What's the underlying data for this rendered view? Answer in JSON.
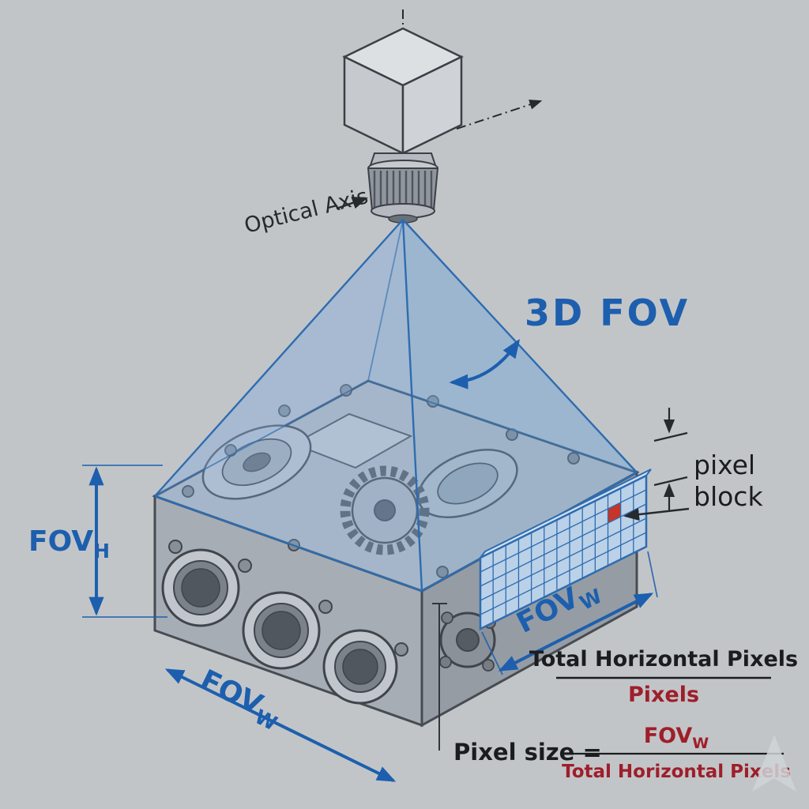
{
  "labels": {
    "optical_axis": "Optical Axis",
    "fov_3d": "3D FOV",
    "fov": "FOV",
    "sub_h": "H",
    "sub_w": "W",
    "pixel_block_l1": "pixel",
    "pixel_block_l2": "block",
    "total_horizontal_pixels": "Total Horizontal Pixels",
    "pixels": "Pixels",
    "pixel_size_eq": "Pixel size ="
  },
  "colors": {
    "background": "#c2c5c8",
    "dimension_blue": "#1d5fae",
    "frustum_edge_blue": "#2e6cb0",
    "dark_red": "#9e1e2a",
    "text_black": "#1b1c1e",
    "grid_fill": "#bad1e8",
    "red_pixel": "#c63527"
  }
}
